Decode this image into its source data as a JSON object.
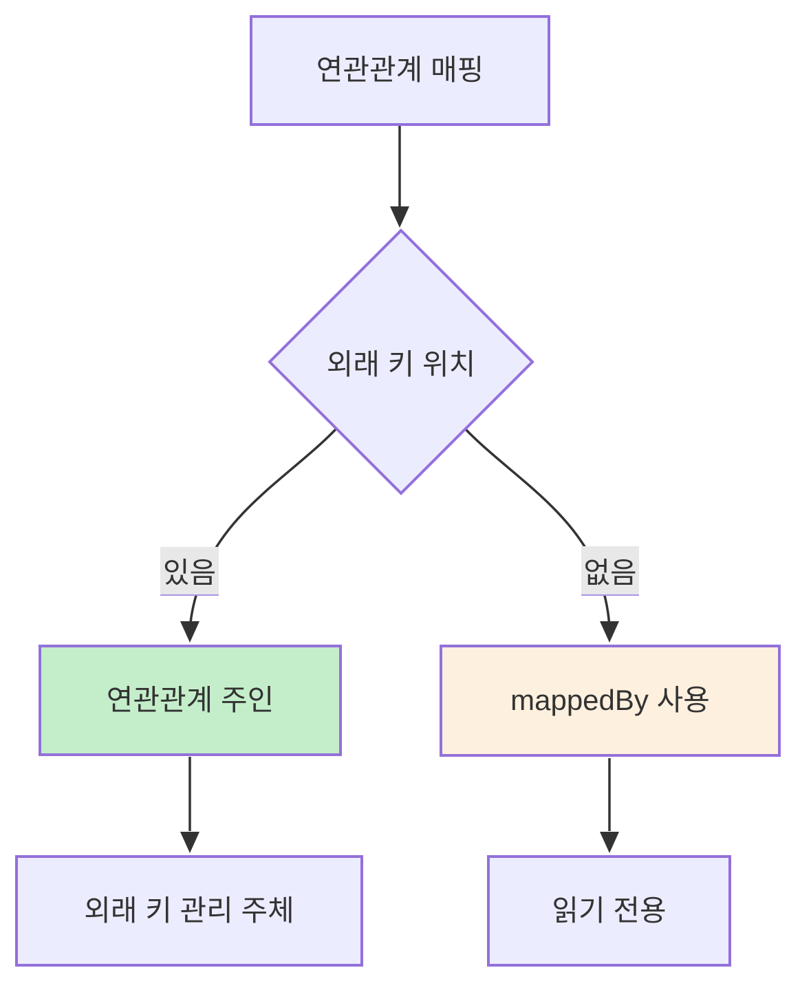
{
  "diagram": {
    "type": "flowchart-top-down",
    "background_color": "#ffffff",
    "colors": {
      "node_fill": "#ececff",
      "node_border": "#9370db",
      "owner_node_fill": "#c4eeca",
      "mappedby_node_fill": "#fdf0de",
      "edge_label_background": "#e8e8e8",
      "line_color": "#333333",
      "text_color": "#333333"
    },
    "nodes": [
      {
        "id": "association-mapping",
        "shape": "rectangle",
        "label": "연관관계 매핑"
      },
      {
        "id": "fk-location",
        "shape": "diamond",
        "label": "외래 키 위치"
      },
      {
        "id": "association-owner",
        "shape": "rectangle",
        "label": "연관관계 주인"
      },
      {
        "id": "mappedby-usage",
        "shape": "rectangle",
        "label": "mappedBy 사용"
      },
      {
        "id": "fk-manager",
        "shape": "rectangle",
        "label": "외래 키 관리 주체"
      },
      {
        "id": "read-only",
        "shape": "rectangle",
        "label": "읽기 전용"
      }
    ],
    "edges": [
      {
        "from": "association-mapping",
        "to": "fk-location",
        "label": ""
      },
      {
        "from": "fk-location",
        "to": "association-owner",
        "label": "있음"
      },
      {
        "from": "fk-location",
        "to": "mappedby-usage",
        "label": "없음"
      },
      {
        "from": "association-owner",
        "to": "fk-manager",
        "label": ""
      },
      {
        "from": "mappedby-usage",
        "to": "read-only",
        "label": ""
      }
    ]
  }
}
